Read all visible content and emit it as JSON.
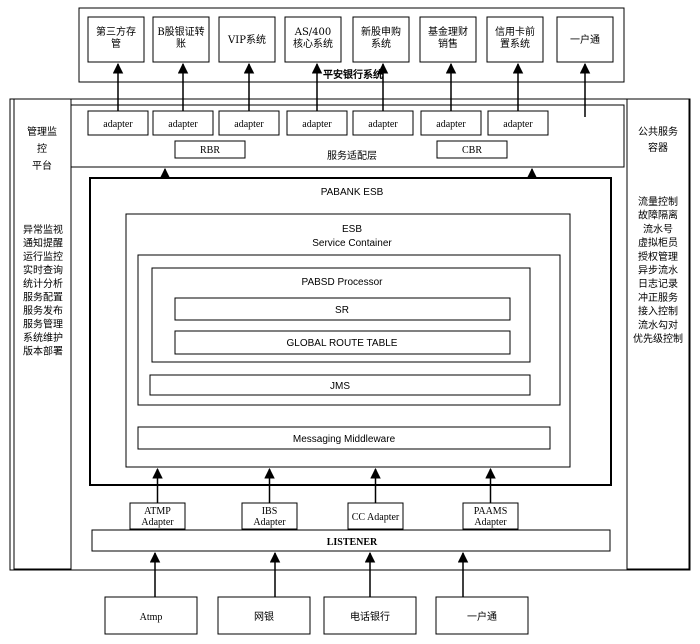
{
  "bank_system": {
    "title": "平安银行系统",
    "boxes": [
      [
        "第三方存",
        "管"
      ],
      [
        "B股银证转",
        "账"
      ],
      [
        "VIP系统"
      ],
      [
        "AS/400",
        "核心系统"
      ],
      [
        "新股申购",
        "系统"
      ],
      [
        "基金理财",
        "销售"
      ],
      [
        "信用卡前",
        "置系统"
      ],
      [
        "一户通"
      ]
    ]
  },
  "service_adapter_layer": {
    "label": "服务适配层",
    "adapter_label": "adapter",
    "rbr": "RBR",
    "cbr": "CBR"
  },
  "left_panel": {
    "title": [
      "管理监",
      "控",
      "平台"
    ],
    "items": [
      "异常监视",
      "通知提醒",
      "运行监控",
      "实时查询",
      "统计分析",
      "服务配置",
      "服务发布",
      "服务管理",
      "系统维护",
      "版本部署"
    ]
  },
  "right_panel": {
    "title": [
      "公共服务",
      "容器"
    ],
    "items": [
      "流量控制",
      "故障隔离",
      "流水号",
      "虚拟柜员",
      "授权管理",
      "异步流水",
      "日志记录",
      "冲正服务",
      "接入控制",
      "流水勾对",
      "优先级控制"
    ]
  },
  "esb": {
    "title": "PABANK ESB",
    "container_title": [
      "ESB",
      "Service Container"
    ],
    "processor_title": "PABSD Processor",
    "sr": "SR",
    "route_table": "GLOBAL ROUTE TABLE",
    "jms": "JMS",
    "middleware": "Messaging Middleware"
  },
  "bottom_adapters": [
    [
      "ATMP",
      "Adapter"
    ],
    [
      "IBS",
      "Adapter"
    ],
    [
      "CC Adapter"
    ],
    [
      "PAAMS",
      "Adapter"
    ]
  ],
  "listener": "LISTENER",
  "channels": [
    "Atmp",
    "网银",
    "电话银行",
    "一户通"
  ]
}
